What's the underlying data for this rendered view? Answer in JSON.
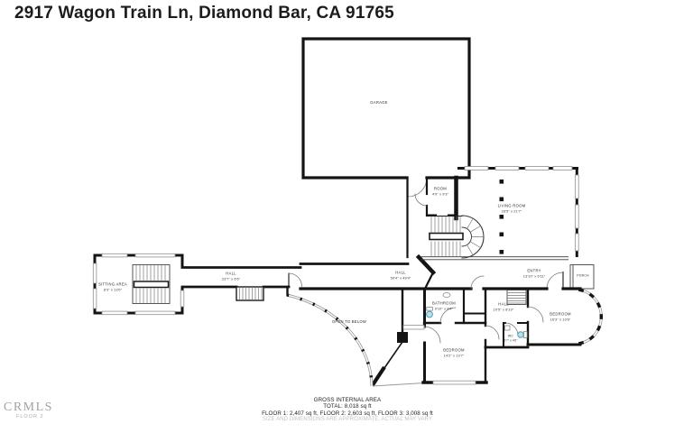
{
  "title": "2917 Wagon Train Ln, Diamond Bar, CA 91765",
  "rooms": {
    "garage": {
      "name": "GARAGE",
      "dims": ""
    },
    "storage_room": {
      "name": "ROOM",
      "dims": "4'9\" x 9'3\""
    },
    "living_room": {
      "name": "LIVING ROOM",
      "dims": "29'5\" x 21'7\""
    },
    "sitting_area": {
      "name": "SITTING AREA",
      "dims": "8'3\" x 13'6\""
    },
    "hall_west": {
      "name": "HALL",
      "dims": "23'7\" x 6'6\""
    },
    "hall_center": {
      "name": "HALL",
      "dims": "50'4\" x 49'4\""
    },
    "open_to_below": {
      "name": "OPEN TO BELOW",
      "dims": ""
    },
    "entry": {
      "name": "ENTRY",
      "dims": "13'10\" x 6'11\""
    },
    "porch": {
      "name": "PORCH",
      "dims": ""
    },
    "bathroom": {
      "name": "BATHROOM",
      "dims": "9'10\" x 8'4\""
    },
    "hall_lower": {
      "name": "HALL",
      "dims": "10'5\" x 8'10\""
    },
    "wc": {
      "name": "WC",
      "dims": "5'7\" x 4'6\""
    },
    "bedroom_right": {
      "name": "BEDROOM",
      "dims": "16'3\" x 13'6\""
    },
    "bedroom_lower": {
      "name": "BEDROOM",
      "dims": "14'2\" x 13'7\""
    }
  },
  "footer": {
    "line1": "GROSS INTERNAL AREA",
    "line2": "TOTAL: 8,018 sq ft",
    "line3": "FLOOR 1: 2,407 sq ft, FLOOR 2: 2,603 sq ft, FLOOR 3: 3,008 sq ft",
    "line4": "SIZE AND DIMENSIONS ARE APPROXIMATE, ACTUAL MAY VARY"
  },
  "watermark": {
    "logo": "CRMLS",
    "floor_label": "FLOOR 2"
  },
  "colors": {
    "wall": "#141414",
    "window": "#8f8f8f",
    "fixture_fill": "#bfe0e8",
    "fixture_stroke": "#49a0b5",
    "muted_text": "#c3c3c3",
    "logo": "#a2a2a2"
  }
}
